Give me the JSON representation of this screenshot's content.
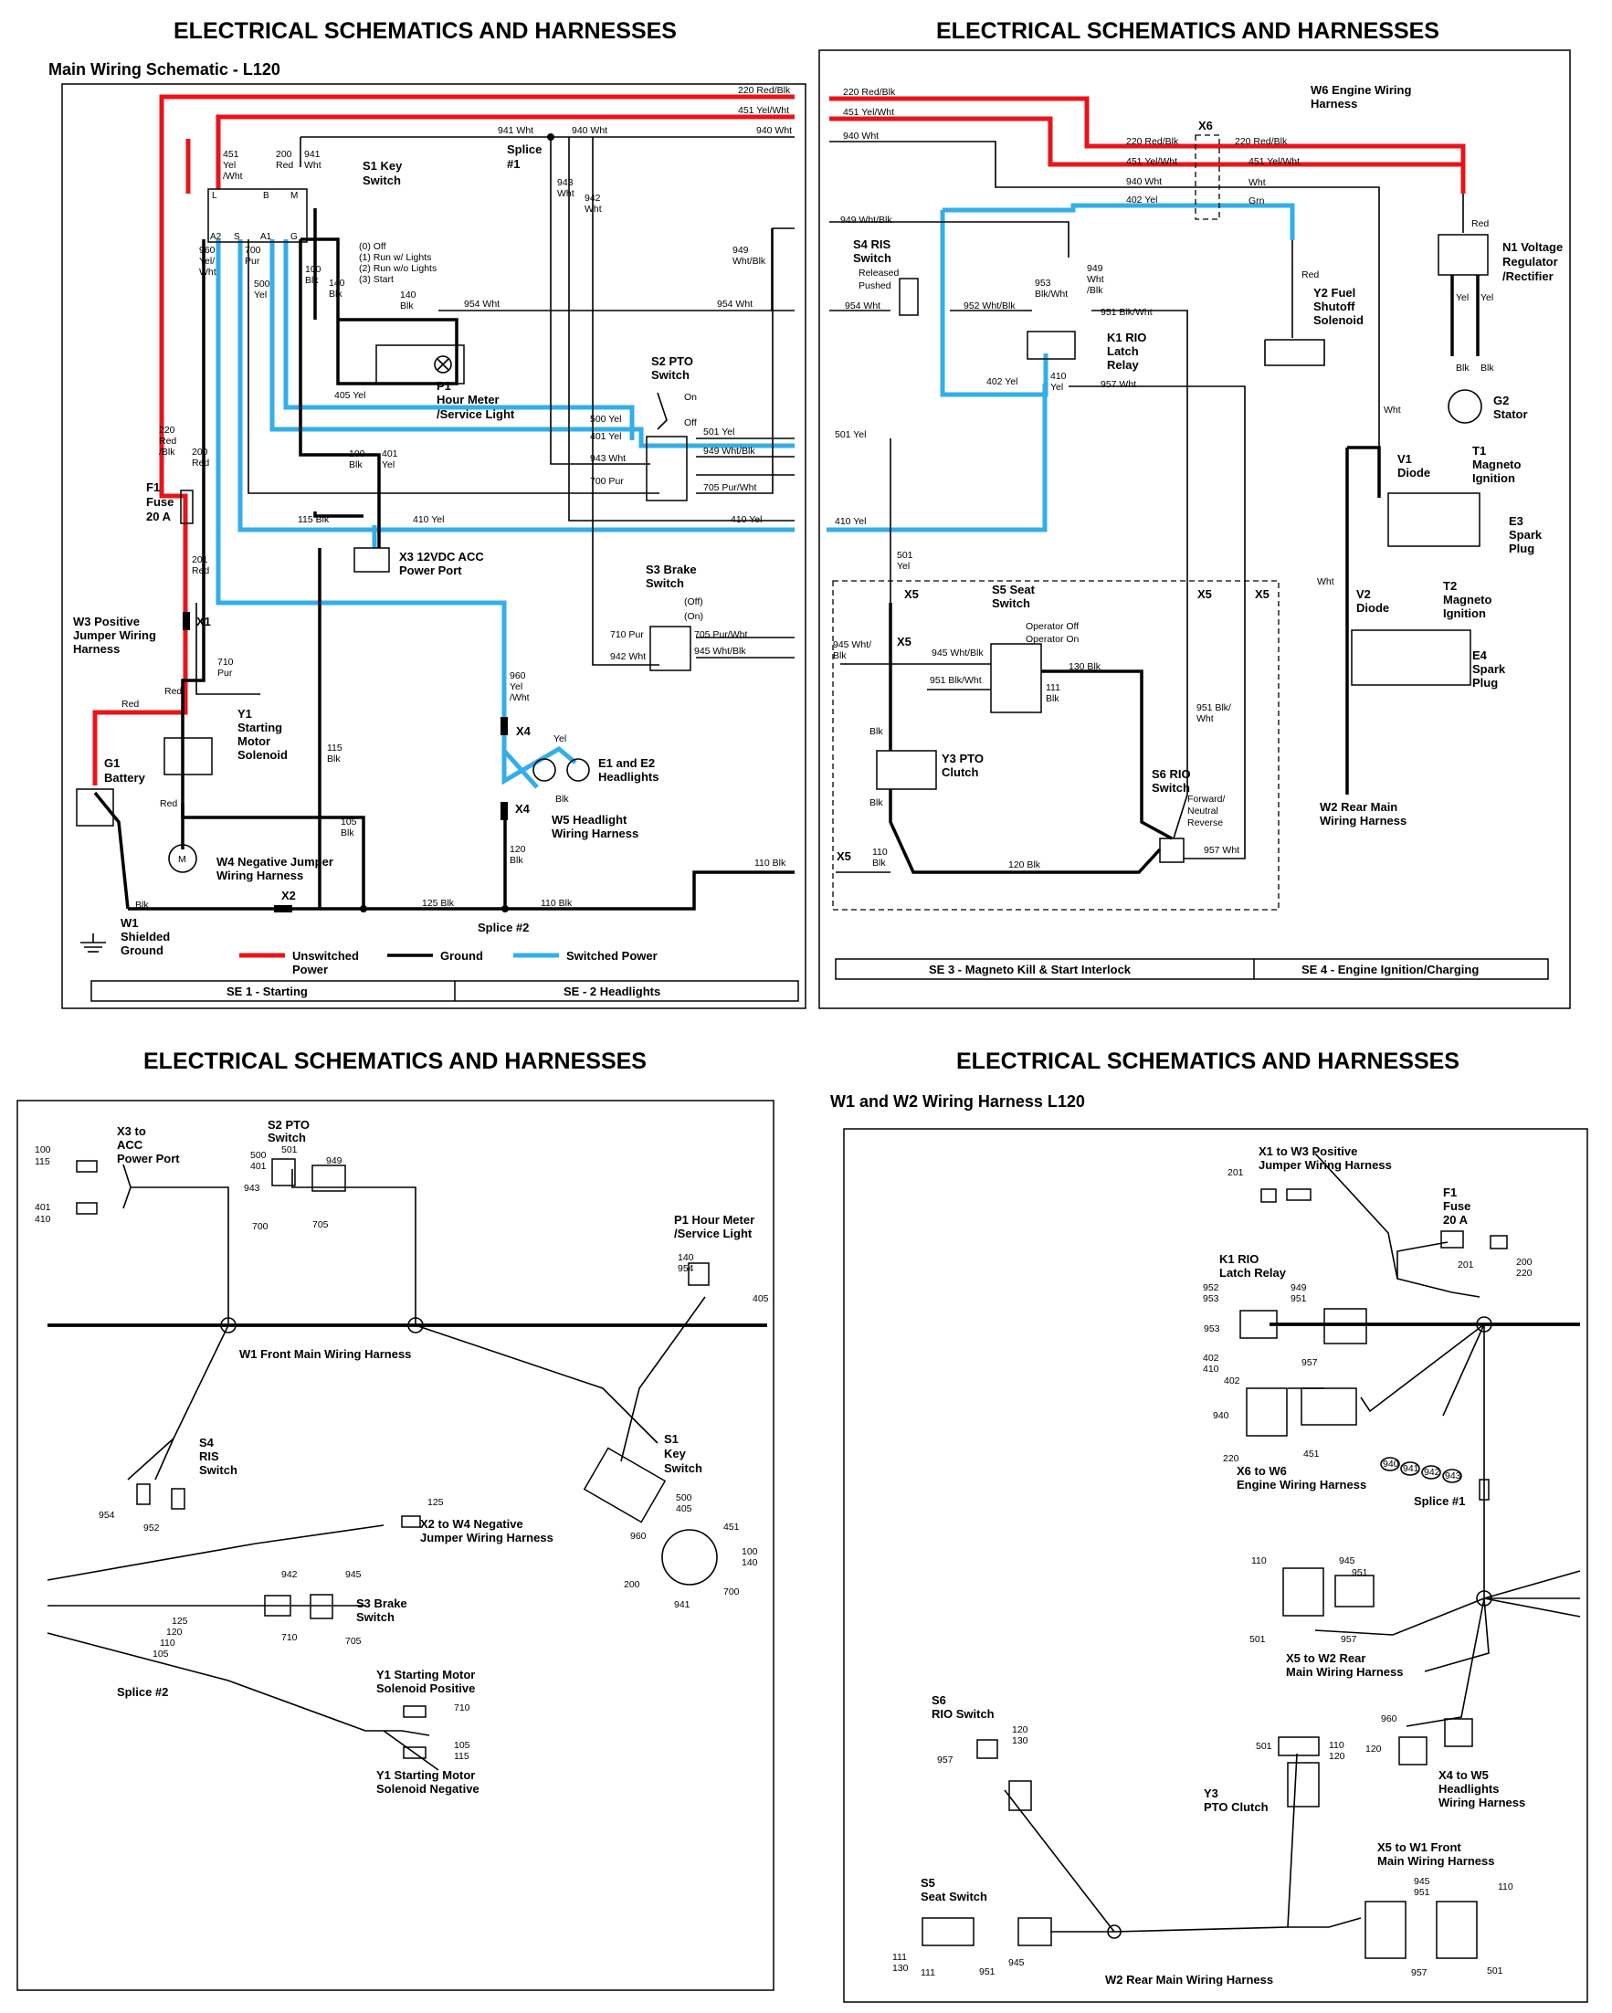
{
  "titles": {
    "tl": "ELECTRICAL   SCHEMATICS AND HARNESSES",
    "tr": "ELECTRICAL   SCHEMATICS AND HARNESSES",
    "bl": "ELECTRICAL   SCHEMATICS AND HARNESSES",
    "br": "ELECTRICAL   SCHEMATICS AND HARNESSES"
  },
  "subtitles": {
    "tl": "Main Wiring Schematic - L120",
    "br": "W1 and W2 Wiring Harness L120"
  },
  "colors": {
    "unswitched": "#e8141b",
    "ground": "#000000",
    "switched": "#33aee8"
  },
  "legend": {
    "unswitched": "Unswitched",
    "unswitched2": "Power",
    "ground": "Ground",
    "switched": "Switched Power"
  },
  "tl": {
    "wires": {
      "w220": "220 Red/Blk",
      "w451": "451 Yel/Wht",
      "w941": "941 Wht",
      "w940": "940 Wht",
      "w940b": "940 Wht",
      "w954": "954 Wht",
      "w405": "405 Yel",
      "w500": "500 Yel",
      "w401": "401 Yel",
      "w943": "943 Wht",
      "w700": "700 Pur",
      "w501": "501 Yel",
      "w949": "949 Wht/Blk",
      "w705": "705 Pur/Wht",
      "w410": "410 Yel",
      "w410b": "410 Yel",
      "w710": "710 Pur",
      "w705b": "705 Pur/Wht",
      "w942": "942 Wht",
      "w945": "945 Wht/Blk",
      "w110": "110 Blk",
      "w110b": "110 Blk",
      "w125": "125 Blk",
      "w115": "115 Blk",
      "w140": "140 Blk",
      "w100": "100 Blk"
    },
    "s1": "S1 Key",
    "s1b": "Switch",
    "s1pos": [
      "(0) Off",
      "(1) Run w/ Lights",
      "(2) Run w/o Lights",
      "(3) Start"
    ],
    "p1": "P1",
    "p1b": "Hour Meter",
    "p1c": "/Service Light",
    "s2": "S2 PTO",
    "s2b": "Switch",
    "on": "On",
    "off": "Off",
    "x3": "X3 12VDC ACC",
    "x3b": "Power Port",
    "s3": "S3 Brake",
    "s3b": "Switch",
    "s3off": "(Off)",
    "s3on": "(On)",
    "splice1": "Splice",
    "splice1b": "#1",
    "splice2": "Splice #2",
    "f1": "F1",
    "f1b": "Fuse",
    "f1c": "20 A",
    "x1": "X1",
    "x2": "X2",
    "x4": "X4",
    "x4b": "X4",
    "w3": "W3 Positive",
    "w3b": "Jumper Wiring",
    "w3c": "Harness",
    "y1": "Y1",
    "y1b": "Starting",
    "y1c": "Motor",
    "y1d": "Solenoid",
    "g1": "G1",
    "g1b": "Battery",
    "e1": "E1 and E2",
    "e1b": "Headlights",
    "w5": "W5 Headlight",
    "w5b": "Wiring Harness",
    "w4": "W4 Negative Jumper",
    "w4b": "Wiring Harness",
    "w1": "W1",
    "w1b": "Shielded",
    "w1c": "Ground",
    "se1": "SE 1 - Starting",
    "se2": "SE - 2 Headlights",
    "m": "M",
    "red": "Red",
    "blk": "Blk",
    "yel": "Yel"
  },
  "tr": {
    "wires": {
      "w220": "220 Red/Blk",
      "w451": "451 Yel/Wht",
      "w940": "940 Wht",
      "w949": "949 Wht/Blk",
      "w954": "954 Wht",
      "w952": "952 Wht/Blk",
      "w951": "951 Blk/Wht",
      "w402": "402 Yel",
      "w957": "957 Wht",
      "w501": "501 Yel",
      "w410": "410 Yel",
      "w945": "945 Wht/Blk",
      "w951b": "951 Blk/Wht",
      "w130": "130 Blk",
      "w120": "120 Blk",
      "w957b": "957 Wht",
      "w220b": "220 Red/Blk",
      "w451b": "451 Yel/Wht",
      "w940b": "940 Wht",
      "w402b": "402 Yel"
    },
    "w6": "W6 Engine Wiring",
    "w6b": "Harness",
    "x6": "X6",
    "s4": "S4 RIS",
    "s4b": "Switch",
    "released": "Released",
    "pushed": "Pushed",
    "k1": "K1 RIO",
    "k1b": "Latch",
    "k1c": "Relay",
    "y2": "Y2 Fuel",
    "y2b": "Shutoff",
    "y2c": "Solenoid",
    "n1": "N1 Voltage",
    "n1b": "Regulator",
    "n1c": "/Rectifier",
    "g2": "G2",
    "g2b": "Stator",
    "v1": "V1",
    "v1b": "Diode",
    "t1": "T1",
    "t1b": "Magneto",
    "t1c": "Ignition",
    "e3": "E3",
    "e3b": "Spark",
    "e3c": "Plug",
    "v2": "V2",
    "v2b": "Diode",
    "t2": "T2",
    "t2b": "Magneto",
    "t2c": "Ignition",
    "e4": "E4",
    "e4b": "Spark",
    "e4c": "Plug",
    "s5": "S5 Seat",
    "s5b": "Switch",
    "opoff": "Operator Off",
    "opon": "Operator On",
    "y3": "Y3 PTO",
    "y3b": "Clutch",
    "s6": "S6 RIO",
    "s6b": "Switch",
    "fwd": "Forward/",
    "neu": "Neutral",
    "rev": "Reverse",
    "w2": "W2 Rear Main",
    "w2b": "Wiring Harness",
    "x5": "X5",
    "se3": "SE 3 - Magneto Kill & Start Interlock",
    "se4": "SE 4 - Engine Ignition/Charging",
    "red": "Red",
    "wht": "Wht",
    "grn": "Grn",
    "blk": "Blk",
    "yel": "Yel"
  },
  "bl": {
    "x3": "X3 to",
    "x3b": "ACC",
    "x3c": "Power Port",
    "s2": "S2 PTO",
    "s2b": "Switch",
    "p1": "P1 Hour Meter",
    "p1b": "/Service Light",
    "w1": "W1 Front Main Wiring Harness",
    "s4": "S4",
    "s4b": "RIS",
    "s4c": "Switch",
    "s1": "S1",
    "s1b": "Key",
    "s1c": "Switch",
    "x2": "X2 to W4 Negative",
    "x2b": "Jumper Wiring Harness",
    "s3": "S3 Brake",
    "s3b": "Switch",
    "splice2": "Splice #2",
    "y1p": "Y1 Starting Motor",
    "y1pb": "Solenoid Positive",
    "y1n": "Y1 Starting Motor",
    "y1nb": "Solenoid Negative",
    "n": {
      "n100": "100",
      "n115": "115",
      "n401": "401",
      "n410": "410",
      "n500": "500",
      "n501": "501",
      "n949": "949",
      "n943": "943",
      "n700": "700",
      "n705": "705",
      "n140": "140",
      "n954": "954",
      "n405": "405",
      "n954b": "954",
      "n952": "952",
      "n125": "125",
      "n942": "942",
      "n945": "945",
      "n710": "710",
      "n705b": "705",
      "n500b": "500",
      "n405b": "405",
      "n451": "451",
      "n960": "960",
      "n100b": "100",
      "n140b": "140",
      "n200": "200",
      "n700b": "700",
      "n941": "941",
      "n710b": "710",
      "n105": "105",
      "n115b": "115",
      "s125": "125",
      "s120": "120",
      "s110": "110",
      "s105": "105"
    }
  },
  "br": {
    "x1": "X1 to W3 Positive",
    "x1b": "Jumper Wiring Harness",
    "f1": "F1",
    "f1b": "Fuse",
    "f1c": "20 A",
    "k1": "K1 RIO",
    "k1b": "Latch Relay",
    "x6": "X6 to W6",
    "x6b": "Engine Wiring Harness",
    "splice1": "Splice #1",
    "x5": "X5 to W2 Rear",
    "x5b": "Main Wiring Harness",
    "s6": "S6",
    "s6b": "RIO Switch",
    "y3": "Y3",
    "y3b": "PTO Clutch",
    "x4": "X4 to W5",
    "x4b": "Headlights",
    "x4c": "Wiring Harness",
    "x5w": "X5 to W1 Front",
    "x5wb": "Main Wiring Harness",
    "s5": "S5",
    "s5b": "Seat Switch",
    "w2": "W2 Rear Main Wiring Harness",
    "n": {
      "n201": "201",
      "n201b": "201",
      "n200": "200",
      "n220": "220",
      "n952": "952",
      "n953": "953",
      "n949": "949",
      "n951": "951",
      "n953b": "953",
      "n402": "402",
      "n410": "410",
      "n957": "957",
      "n402b": "402",
      "n940": "940",
      "n220b": "220",
      "n451": "451",
      "c940": "940",
      "c941": "941",
      "c942": "942",
      "c943": "943",
      "n110": "110",
      "n945": "945",
      "n951b": "951",
      "n501": "501",
      "n957b": "957",
      "n120": "120",
      "n130": "130",
      "n957c": "957",
      "n501b": "501",
      "n110b": "110",
      "n120b": "120",
      "n960": "960",
      "n120c": "120",
      "n945b": "945",
      "n951c": "951",
      "n110c": "110",
      "n957d": "957",
      "n501c": "501",
      "n111": "111",
      "n130b": "130",
      "n111b": "111",
      "n951d": "951",
      "n945c": "945"
    }
  }
}
